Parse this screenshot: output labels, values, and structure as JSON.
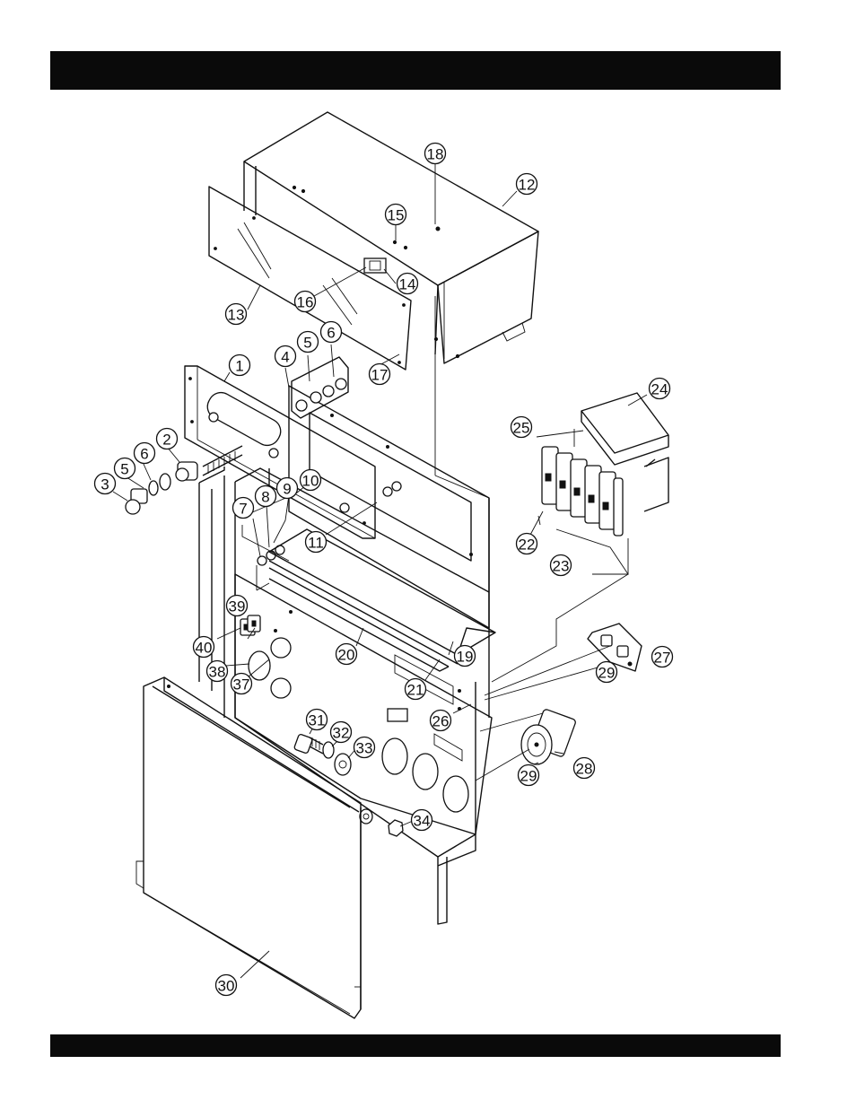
{
  "header_bar": {
    "color": "#0a0a0a"
  },
  "footer_bar": {
    "color": "#0a0a0a"
  },
  "diagram": {
    "type": "exploded-parts-view",
    "callouts": [
      {
        "id": "c1",
        "label": "1"
      },
      {
        "id": "c2",
        "label": "2"
      },
      {
        "id": "c3",
        "label": "3"
      },
      {
        "id": "c4",
        "label": "4"
      },
      {
        "id": "c5a",
        "label": "5"
      },
      {
        "id": "c5b",
        "label": "5"
      },
      {
        "id": "c6a",
        "label": "6"
      },
      {
        "id": "c6b",
        "label": "6"
      },
      {
        "id": "c7",
        "label": "7"
      },
      {
        "id": "c8",
        "label": "8"
      },
      {
        "id": "c9",
        "label": "9"
      },
      {
        "id": "c10",
        "label": "10"
      },
      {
        "id": "c11",
        "label": "11"
      },
      {
        "id": "c12",
        "label": "12"
      },
      {
        "id": "c13",
        "label": "13"
      },
      {
        "id": "c14",
        "label": "14"
      },
      {
        "id": "c15",
        "label": "15"
      },
      {
        "id": "c16",
        "label": "16"
      },
      {
        "id": "c17",
        "label": "17"
      },
      {
        "id": "c18",
        "label": "18"
      },
      {
        "id": "c19",
        "label": "19"
      },
      {
        "id": "c20",
        "label": "20"
      },
      {
        "id": "c21",
        "label": "21"
      },
      {
        "id": "c22",
        "label": "22"
      },
      {
        "id": "c23",
        "label": "23"
      },
      {
        "id": "c24",
        "label": "24"
      },
      {
        "id": "c25",
        "label": "25"
      },
      {
        "id": "c26",
        "label": "26"
      },
      {
        "id": "c27",
        "label": "27"
      },
      {
        "id": "c28",
        "label": "28"
      },
      {
        "id": "c29a",
        "label": "29"
      },
      {
        "id": "c29b",
        "label": "29"
      },
      {
        "id": "c30",
        "label": "30"
      },
      {
        "id": "c31",
        "label": "31"
      },
      {
        "id": "c32",
        "label": "32"
      },
      {
        "id": "c33",
        "label": "33"
      },
      {
        "id": "c34",
        "label": "34"
      },
      {
        "id": "c37",
        "label": "37"
      },
      {
        "id": "c38",
        "label": "38"
      },
      {
        "id": "c39",
        "label": "39"
      },
      {
        "id": "c40",
        "label": "40"
      }
    ]
  }
}
